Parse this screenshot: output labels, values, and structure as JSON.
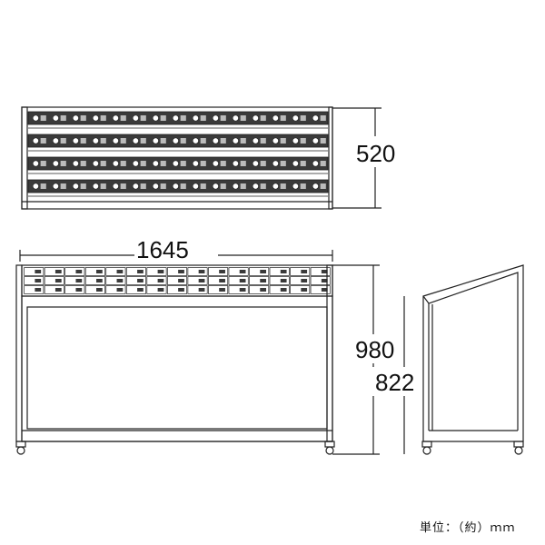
{
  "dimensions": {
    "depth": "520",
    "width": "1645",
    "height_total": "980",
    "height_front": "822"
  },
  "unit_label": "単位：（約）ｍｍ",
  "colors": {
    "line": "#222222",
    "slot_fill": "#3a3a3a",
    "background": "#ffffff"
  },
  "top_view": {
    "rows": 4,
    "columns": 15
  },
  "front_view": {
    "rows": 3,
    "columns": 15
  }
}
